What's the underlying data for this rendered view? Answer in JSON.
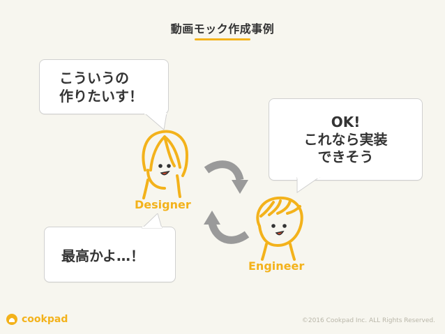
{
  "title": "動画モック作成事例",
  "bubbles": {
    "designer_line1": "こういうの",
    "designer_line2": "作りたいす！",
    "engineer_line1": "OK!",
    "engineer_line2": "これなら実装",
    "engineer_line3": "できそう",
    "reaction": "最高かよ…！"
  },
  "labels": {
    "designer": "Designer",
    "engineer": "Engineer"
  },
  "footer": {
    "logo_text": "cookpad",
    "copyright": "©2016 Cookpad Inc. ALL Rights Reserved."
  },
  "colors": {
    "accent": "#f3b21b",
    "arrow": "#9a9a9a",
    "background": "#f7f6ef"
  },
  "icons": [
    "designer-face-icon",
    "engineer-face-icon",
    "cycle-arrow-icon",
    "cookpad-logo-icon"
  ]
}
